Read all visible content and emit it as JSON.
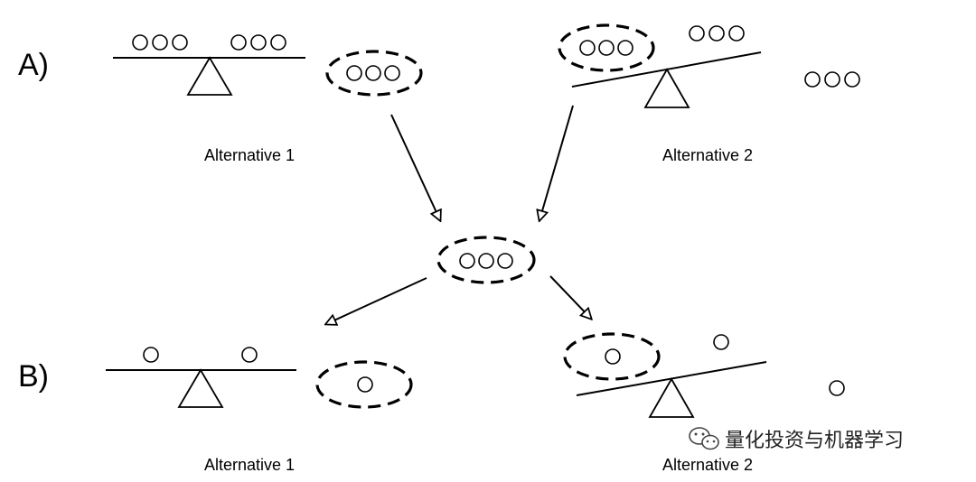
{
  "rows": {
    "a": {
      "label": "A)",
      "alt1_label": "Alternative 1",
      "alt2_label": "Alternative 2"
    },
    "b": {
      "label": "B)",
      "alt1_label": "Alternative 1",
      "alt2_label": "Alternative 2"
    }
  },
  "watermark": {
    "text": "量化投资与机器学习",
    "icon": "wechat-icon"
  },
  "colors": {
    "ink": "#000000",
    "background": "#ffffff"
  }
}
